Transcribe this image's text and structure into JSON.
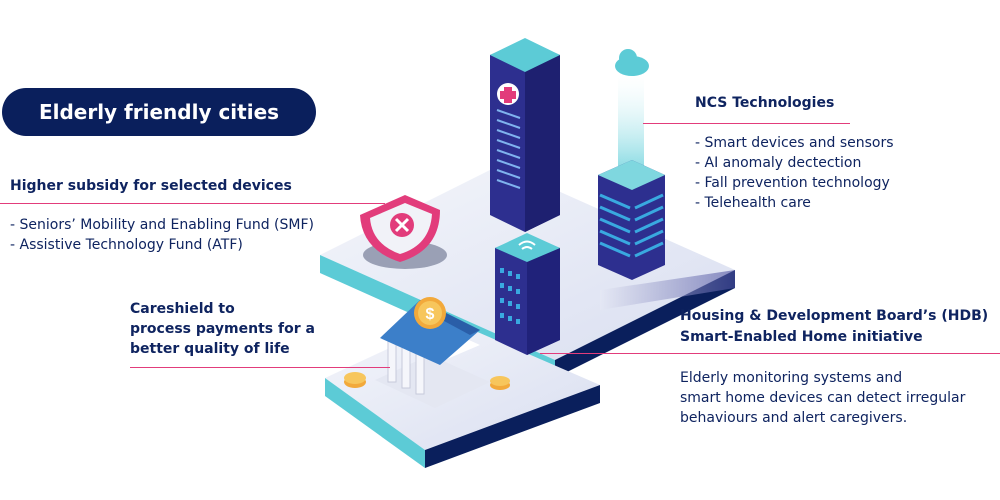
{
  "title": "Elderly friendly cities",
  "sections": {
    "subsidy": {
      "heading": "Higher subsidy for selected devices",
      "items": [
        "- Seniors’ Mobility and Enabling Fund (SMF)",
        "- Assistive Technology Fund (ATF)"
      ]
    },
    "careshield": {
      "heading_lines": [
        "Careshield to",
        "process payments for a",
        "better quality of life"
      ]
    },
    "ncs": {
      "heading": "NCS Technologies",
      "items": [
        "- Smart devices and sensors",
        "- AI anomaly dectection",
        "- Fall prevention technology",
        "- Telehealth care"
      ]
    },
    "hdb": {
      "heading_lines": [
        "Housing & Development Board’s (HDB)",
        "Smart-Enabled Home initiative"
      ],
      "body_lines": [
        "Elderly monitoring systems and",
        "smart home devices can detect irregular",
        "behaviours and alert caregivers."
      ]
    }
  },
  "colors": {
    "navy": "#0a1f5c",
    "accent_pink": "#e23c7b",
    "teal": "#5ccbd6",
    "building_blue": "#2d2f8f"
  }
}
